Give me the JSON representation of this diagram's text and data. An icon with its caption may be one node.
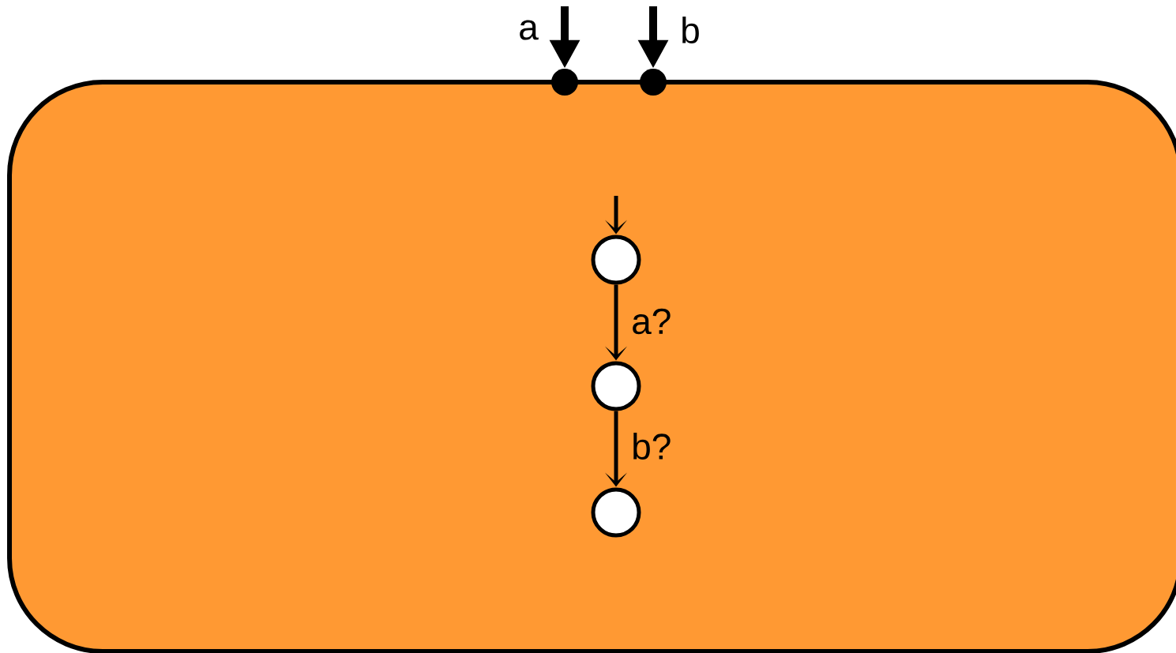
{
  "diagram": {
    "nodes": [
      {
        "text": [],
        "shape": "box"
      },
      {
        "text": [],
        "shape": "dot"
      },
      {
        "text": [],
        "shape": "dot"
      },
      {
        "text": [],
        "shape": "circle",
        "in": 0
      },
      {
        "text": [],
        "shape": "circle",
        "in": 0
      },
      {
        "text": [],
        "shape": "circle",
        "in": 0
      }
    ],
    "edges": [
      {
        "from": null,
        "to": 1,
        "arrow": "to",
        "style": "thick",
        "label": "a"
      },
      {
        "from": null,
        "to": 2,
        "arrow": "to",
        "style": "thick",
        "label": "b"
      },
      {
        "from": null,
        "to": 3,
        "arrow": "to"
      },
      {
        "from": 3,
        "to": 4,
        "arrow": "to",
        "label": "a?"
      },
      {
        "from": 4,
        "to": 5,
        "arrow": "to",
        "label": "b?"
      }
    ]
  }
}
